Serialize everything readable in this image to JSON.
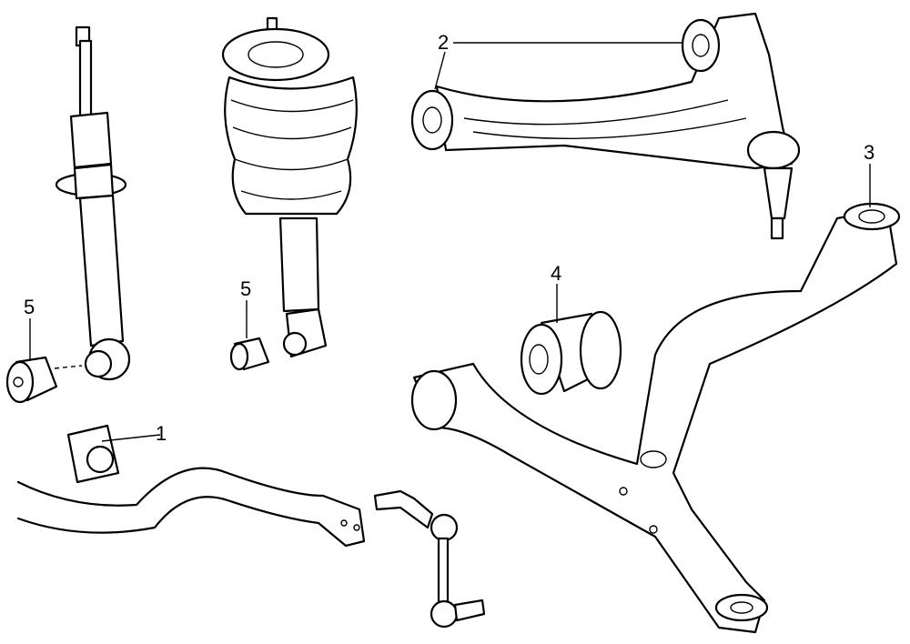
{
  "diagram": {
    "callouts": [
      {
        "number": "1",
        "part": "stabilizer-bar-bushing"
      },
      {
        "number": "2",
        "part": "upper-control-arm"
      },
      {
        "number": "3",
        "part": "lower-control-arm"
      },
      {
        "number": "4",
        "part": "control-arm-bushing"
      },
      {
        "number": "5",
        "part": "shock-absorber-bushing-left"
      },
      {
        "number": "5",
        "part": "air-spring-bushing"
      }
    ]
  }
}
